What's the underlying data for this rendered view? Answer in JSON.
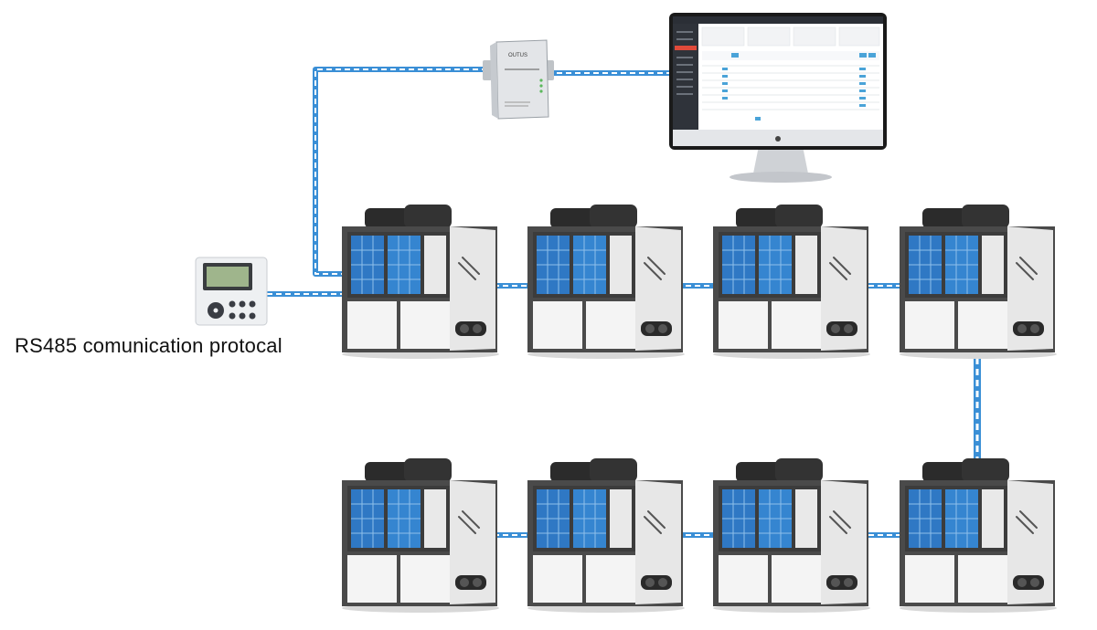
{
  "caption": "RS485 comunication protocal",
  "gateway": {
    "brand": "OUTUS"
  },
  "colors": {
    "cable": "#3a8fd6",
    "cable_dash": "#ffffff",
    "unit_frame": "#4a4a4a",
    "unit_panel": "#f4f4f4",
    "solar_panel": "#2f78c4",
    "fan_cap": "#2b2b2b",
    "monitor_bezel": "#1a1a1a",
    "monitor_stand": "#cfd2d6",
    "controller_body": "#eef0f2",
    "controller_screen": "#9fb58c",
    "accent_red": "#e04a3a"
  },
  "icons": {
    "monitor": "computer-monitor-icon",
    "gateway": "rs485-gateway-icon",
    "controller": "wired-controller-icon",
    "unit": "heat-pump-unit-icon"
  },
  "units": {
    "row1_count": 4,
    "row2_count": 4
  }
}
